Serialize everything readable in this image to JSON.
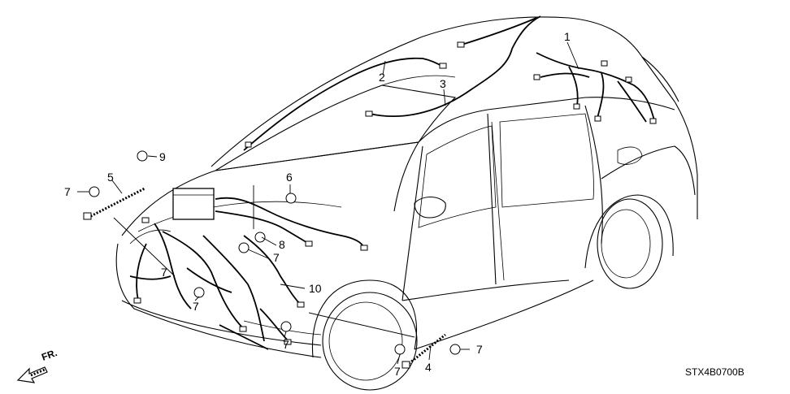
{
  "diagram": {
    "callouts": {
      "c1": "1",
      "c2": "2",
      "c3": "3",
      "c4": "4",
      "c5": "5",
      "c6": "6",
      "c7a": "7",
      "c7b": "7",
      "c7c": "7",
      "c7d": "7",
      "c7e": "7",
      "c7f": "7",
      "c7g": "7",
      "c8": "8",
      "c9": "9",
      "c10": "10"
    },
    "front_indicator": "FR.",
    "diagram_code": "STX4B0700B"
  }
}
